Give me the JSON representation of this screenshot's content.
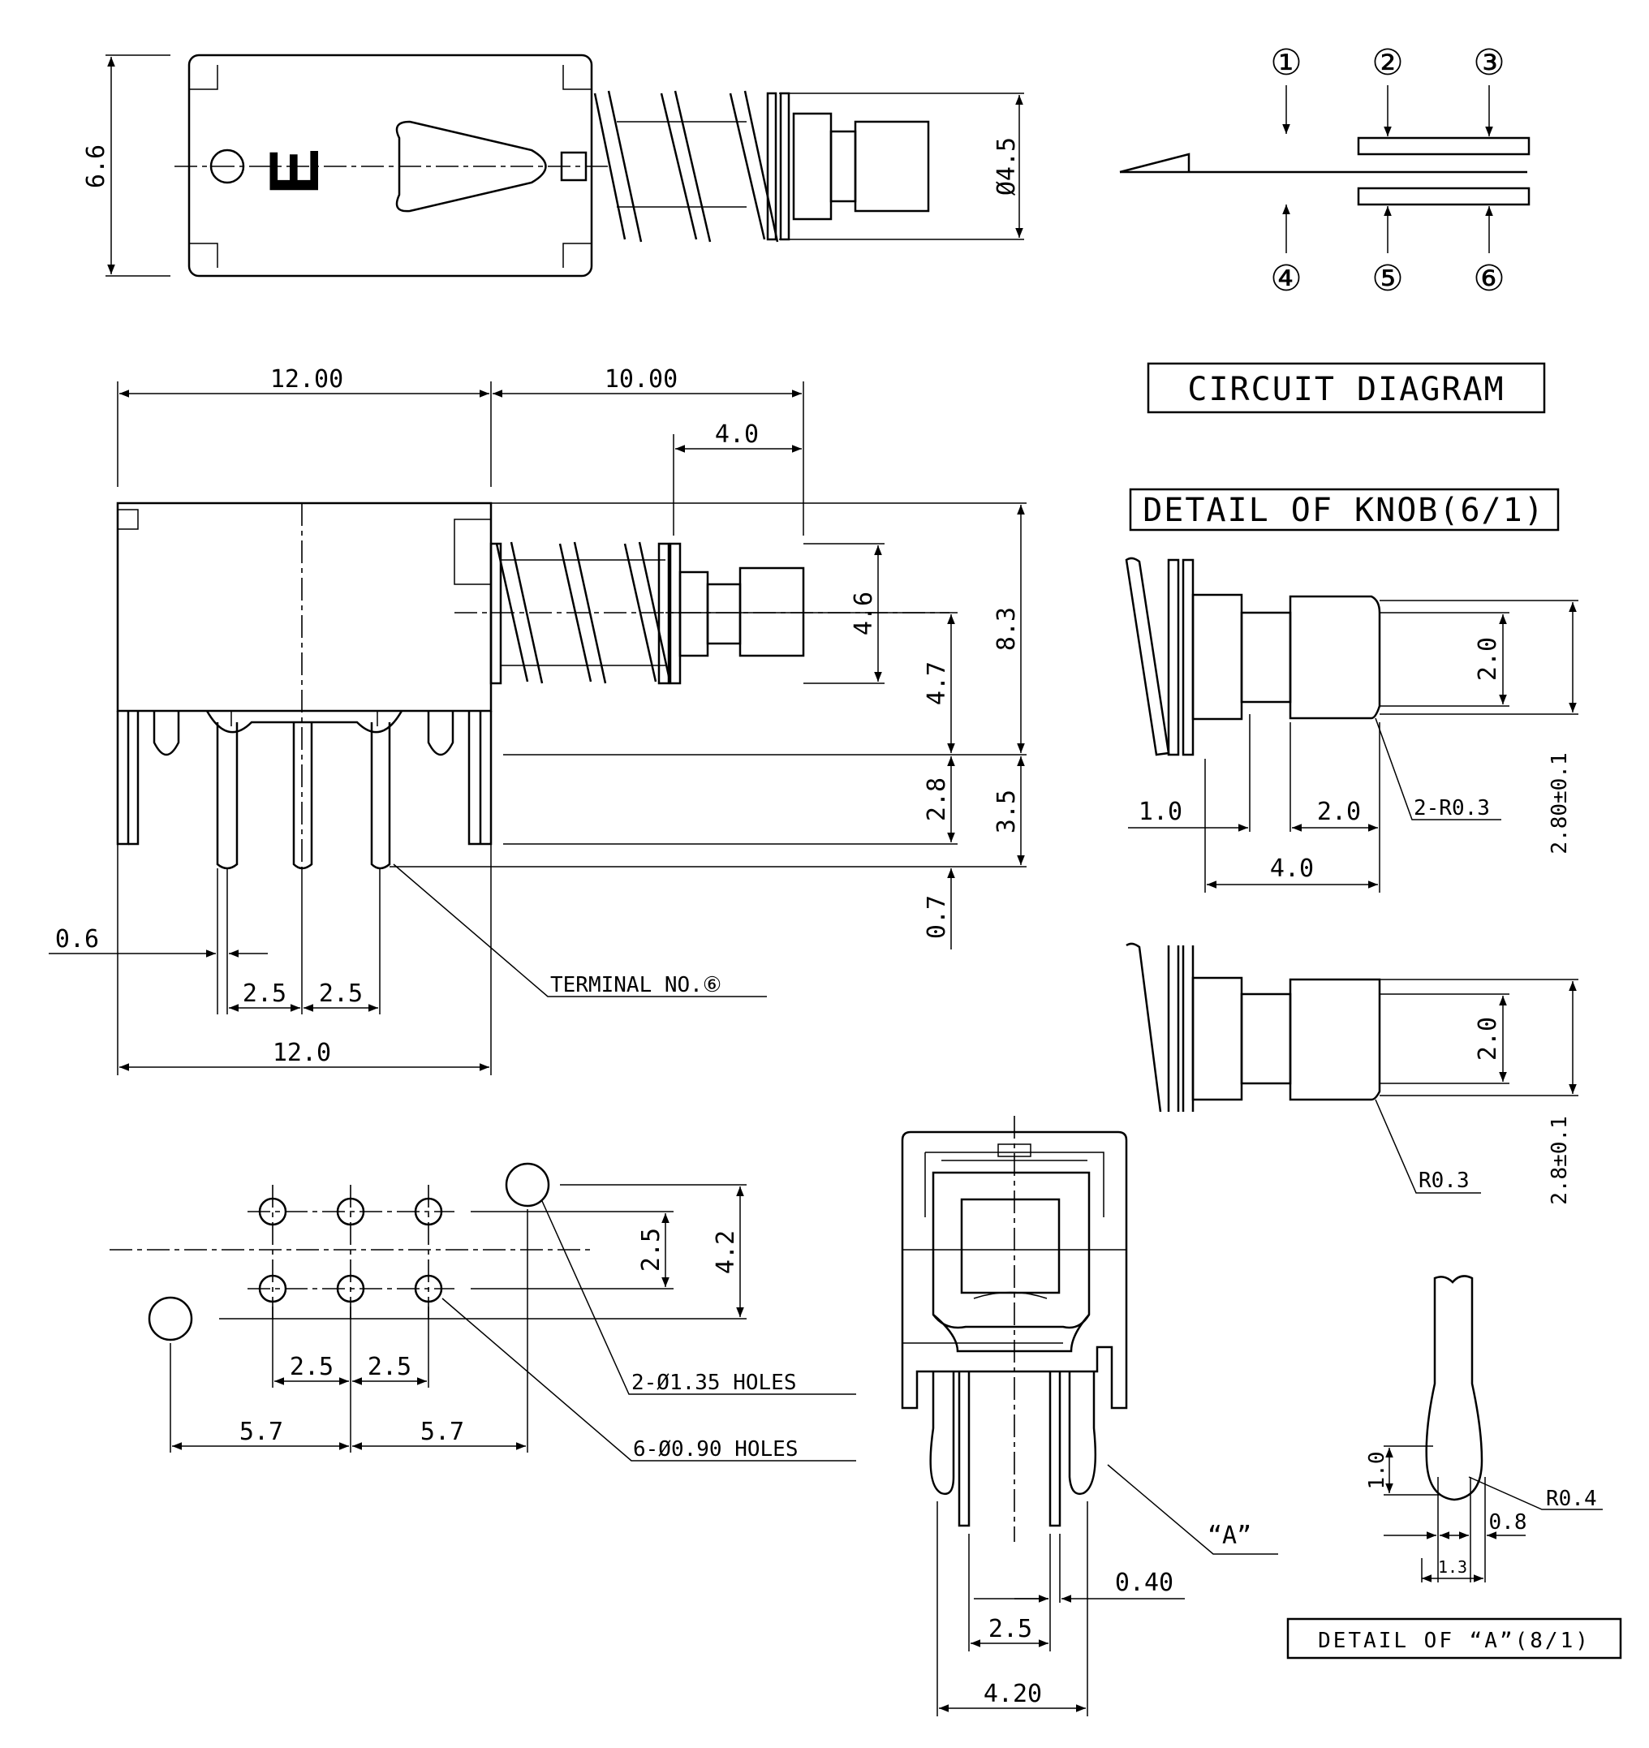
{
  "captions": {
    "circuit_diagram": "CIRCUIT DIAGRAM",
    "detail_knob": "DETAIL OF KNOB(6/1)",
    "detail_a": "DETAIL OF “A”(8/1)"
  },
  "top_view": {
    "height": "6.6",
    "diameter": "Ø4.5",
    "logo": "E"
  },
  "circuit": {
    "terminals": [
      "①",
      "②",
      "③",
      "④",
      "⑤",
      "⑥"
    ]
  },
  "side_view": {
    "body_length": "12.00",
    "stroke_length": "10.00",
    "travel": "4.0",
    "knob_height": "4.6",
    "center_height": "4.7",
    "overall_height": "8.3",
    "pin_lower": "2.8",
    "pin_total": "3.5",
    "pin_tip": "0.7",
    "pin_width": "0.6",
    "pitch_left": "2.5",
    "pitch_right": "2.5",
    "base_width": "12.0",
    "terminal_label": "TERMINAL NO.⑥"
  },
  "knob_detail": {
    "knob_dia": "2.0",
    "flange": "1.0",
    "tip_len": "2.0",
    "radius_pair": "2-R0.3",
    "total_len": "4.0",
    "height": "2.80±0.1",
    "knob_dia_2": "2.0",
    "radius": "R0.3",
    "height_2": "2.8±0.1"
  },
  "hole_layout": {
    "row_pitch": "2.5",
    "mount_height": "4.2",
    "pitch_a": "2.5",
    "pitch_b": "2.5",
    "half_span_a": "5.7",
    "half_span_b": "5.7",
    "mount_holes": "2-Ø1.35 HOLES",
    "pin_holes": "6-Ø0.90 HOLES"
  },
  "front_view": {
    "callout": "“A”",
    "pin_thk": "0.40",
    "pin_pitch": "2.5",
    "width": "4.20"
  },
  "detail_a": {
    "tip_len": "1.0",
    "radius": "R0.4",
    "tip_width": "0.8",
    "width": "1.3"
  }
}
